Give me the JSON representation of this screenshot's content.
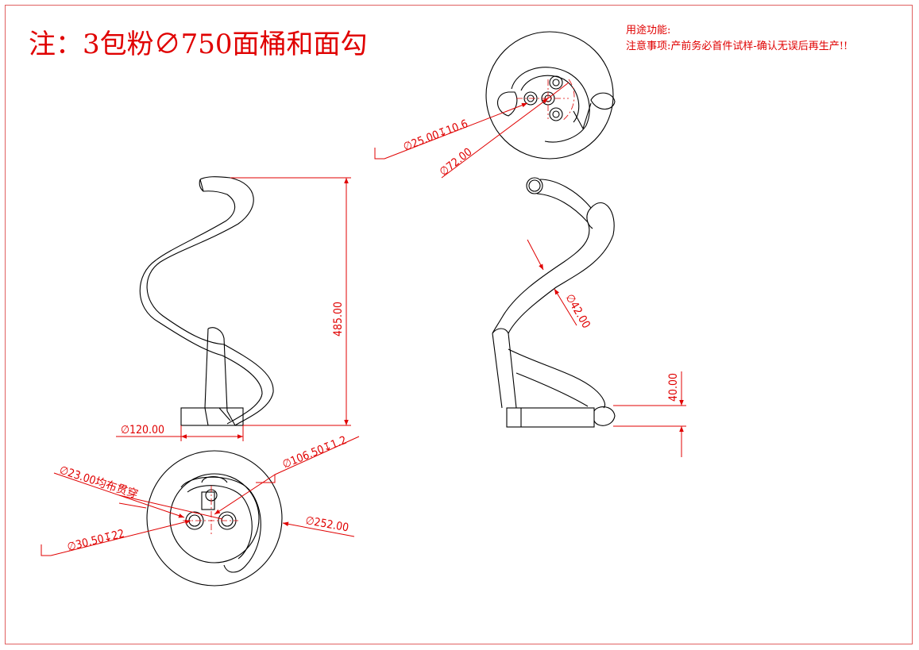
{
  "title": "注：3包粉∅750面桶和面勾",
  "notes": {
    "usage": "用途功能:",
    "caution": "注意事项:产前务必首件试样-确认无误后再生产!!"
  },
  "dimensions": {
    "height_485": "485.00",
    "dia_120": "∅120.00",
    "dia_106_depth": "∅106.50↧1.2",
    "dia_23_holes": "∅23.00均布贯穿",
    "dia_30_depth": "∅30.50↧22",
    "dia_252": "∅252.00",
    "dia_25_depth": "∅25.00↧10.6",
    "dia_72": "∅72.00",
    "dia_42": "∅42.00",
    "h_40": "40.00"
  },
  "colors": {
    "annotation": "#e00000",
    "outline": "#000000",
    "frame": "#e06060"
  }
}
